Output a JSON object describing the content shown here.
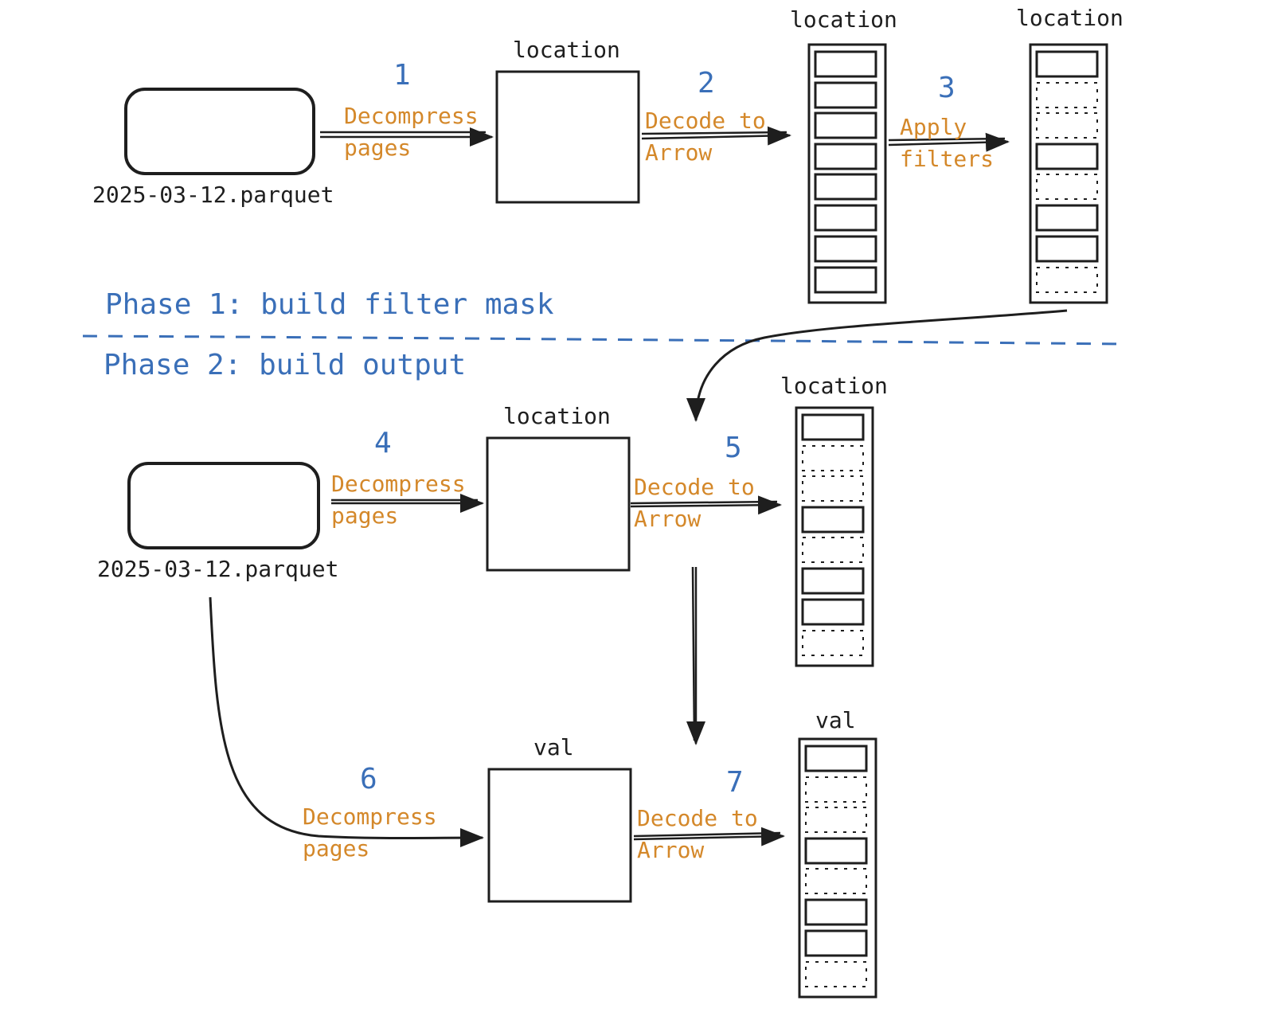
{
  "phase1": {
    "label": "Phase 1: build filter mask",
    "file_label": "2025-03-12.parquet",
    "page_box_label": "location",
    "decoded_label": "location",
    "filtered_label": "location",
    "step1": {
      "number": "1",
      "line1": "Decompress",
      "line2": "pages"
    },
    "step2": {
      "number": "2",
      "line1": "Decode to",
      "line2": "Arrow"
    },
    "step3": {
      "number": "3",
      "line1": "Apply",
      "line2": "filters"
    }
  },
  "phase2": {
    "label": "Phase 2: build output",
    "file_label": "2025-03-12.parquet",
    "location_box_label": "location",
    "location_output_label": "location",
    "val_box_label": "val",
    "val_output_label": "val",
    "step4": {
      "number": "4",
      "line1": "Decompress",
      "line2": "pages"
    },
    "step5": {
      "number": "5",
      "line1": "Decode to",
      "line2": "Arrow"
    },
    "step6": {
      "number": "6",
      "line1": "Decompress",
      "line2": "pages"
    },
    "step7": {
      "number": "7",
      "line1": "Decode to",
      "line2": "Arrow"
    }
  },
  "colors": {
    "ink": "#1e1e1e",
    "step_blue": "#3a6fb8",
    "action_orange": "#d4882a",
    "divider_blue": "#3a6fb8"
  }
}
